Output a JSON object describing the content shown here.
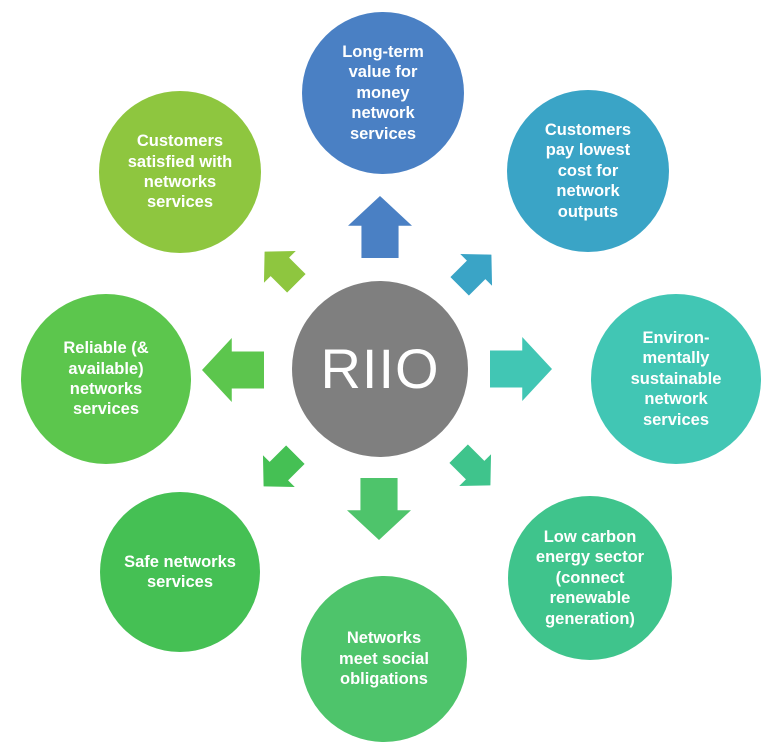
{
  "page": {
    "background": "#ffffff"
  },
  "center": {
    "label": "RIIO",
    "color": "#7f7f7f",
    "text_color": "#ffffff"
  },
  "circles": [
    {
      "id": "long-term-value",
      "position": "top",
      "color": "#4a80c4",
      "label": "Long-term\nvalue for\nmoney\nnetwork\nservices"
    },
    {
      "id": "customers-pay-lowest-cost",
      "position": "top-right",
      "color": "#3aa4c6",
      "label": "Customers\npay lowest\ncost for\nnetwork\noutputs"
    },
    {
      "id": "environmentally-sustainable",
      "position": "right",
      "color": "#41c6b4",
      "label": "Environ-\nmentally\nsustainable\nnetwork\nservices"
    },
    {
      "id": "low-carbon-energy",
      "position": "bottom-right",
      "color": "#3fc48c",
      "label": "Low carbon\nenergy sector\n(connect\nrenewable\ngeneration)"
    },
    {
      "id": "networks-social-obligations",
      "position": "bottom",
      "color": "#4ec46b",
      "label": "Networks\nmeet social\nobligations"
    },
    {
      "id": "safe-networks",
      "position": "bottom-left",
      "color": "#45c054",
      "label": "Safe networks\nservices"
    },
    {
      "id": "reliable-available",
      "position": "left",
      "color": "#5cc64d",
      "label": "Reliable (&\navailable)\nnetworks\nservices"
    },
    {
      "id": "customers-satisfied",
      "position": "top-left",
      "color": "#8ec63f",
      "label": "Customers\nsatisfied with\nnetworks\nservices"
    }
  ],
  "arrows": [
    {
      "direction": "up",
      "color": "#4a80c4"
    },
    {
      "direction": "up-right",
      "color": "#3aa4c6"
    },
    {
      "direction": "right",
      "color": "#41c6b4"
    },
    {
      "direction": "down-right",
      "color": "#3fc48c"
    },
    {
      "direction": "down",
      "color": "#4ec46b"
    },
    {
      "direction": "down-left",
      "color": "#45c054"
    },
    {
      "direction": "left",
      "color": "#5cc64d"
    },
    {
      "direction": "up-left",
      "color": "#8ec63f"
    }
  ]
}
